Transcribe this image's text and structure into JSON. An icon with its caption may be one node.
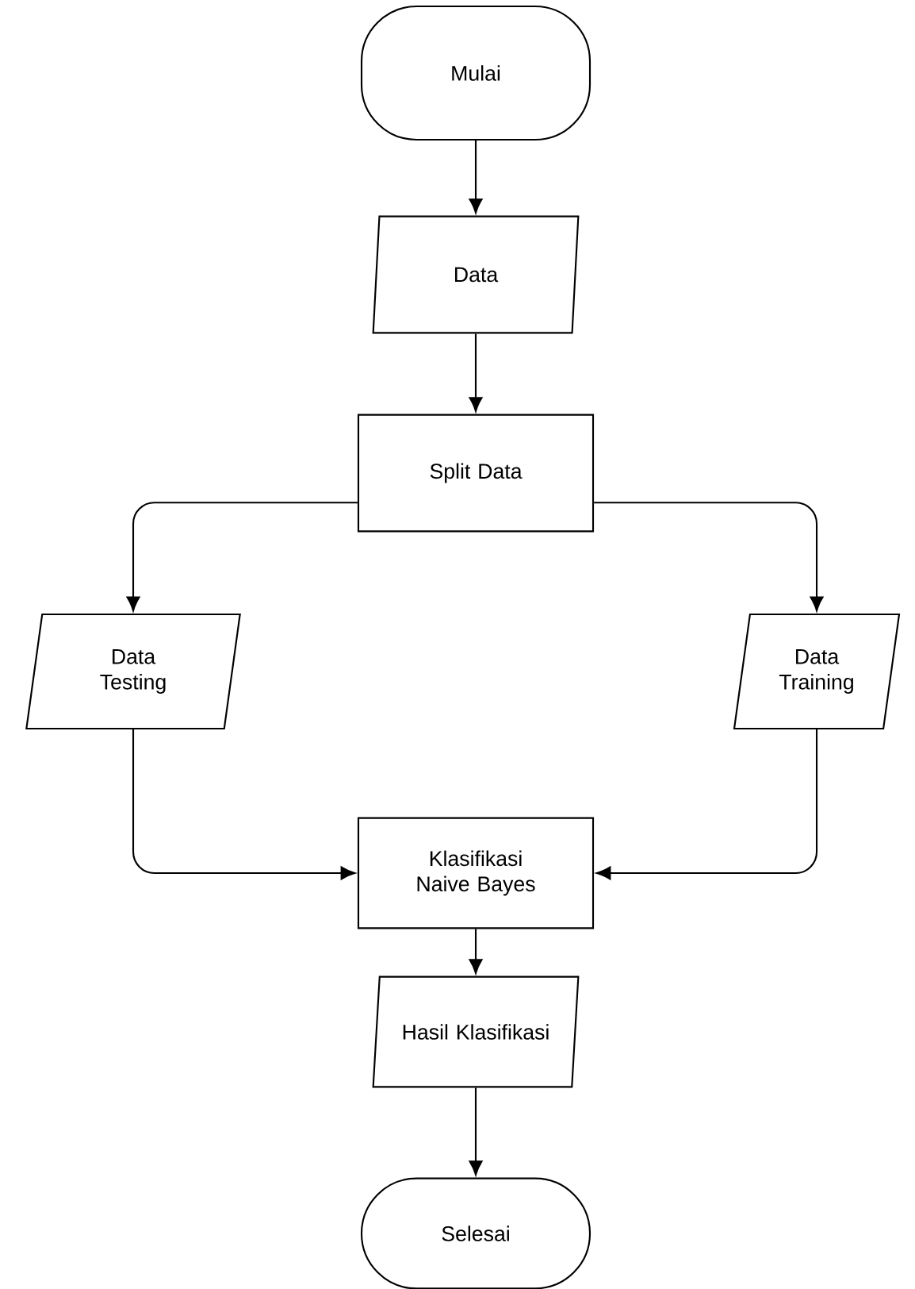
{
  "diagram": {
    "nodes": [
      {
        "text": [
          "Mulai"
        ]
      },
      {
        "text": [
          "Data"
        ]
      },
      {
        "text": [
          "Split Data"
        ]
      },
      {
        "text": [
          "Data Testing"
        ]
      },
      {
        "text": [
          "Data Training"
        ]
      },
      {
        "text": [
          "Klasifikasi Naive Bayes"
        ]
      },
      {
        "text": [
          "Hasil Klasifikasi"
        ]
      },
      {
        "text": [
          "Selesai"
        ]
      }
    ],
    "edges": [
      {
        "from": 0,
        "to": 1,
        "arrow": "to"
      },
      {
        "from": 1,
        "to": 2,
        "arrow": "to"
      },
      {
        "from": 2,
        "to": 3,
        "arrow": "to"
      },
      {
        "from": 2,
        "to": 4,
        "arrow": "to"
      },
      {
        "from": 3,
        "to": 5,
        "arrow": "to"
      },
      {
        "from": 4,
        "to": 5,
        "arrow": "to"
      },
      {
        "from": 5,
        "to": 6,
        "arrow": "to"
      },
      {
        "from": 6,
        "to": 7,
        "arrow": "to"
      }
    ]
  }
}
